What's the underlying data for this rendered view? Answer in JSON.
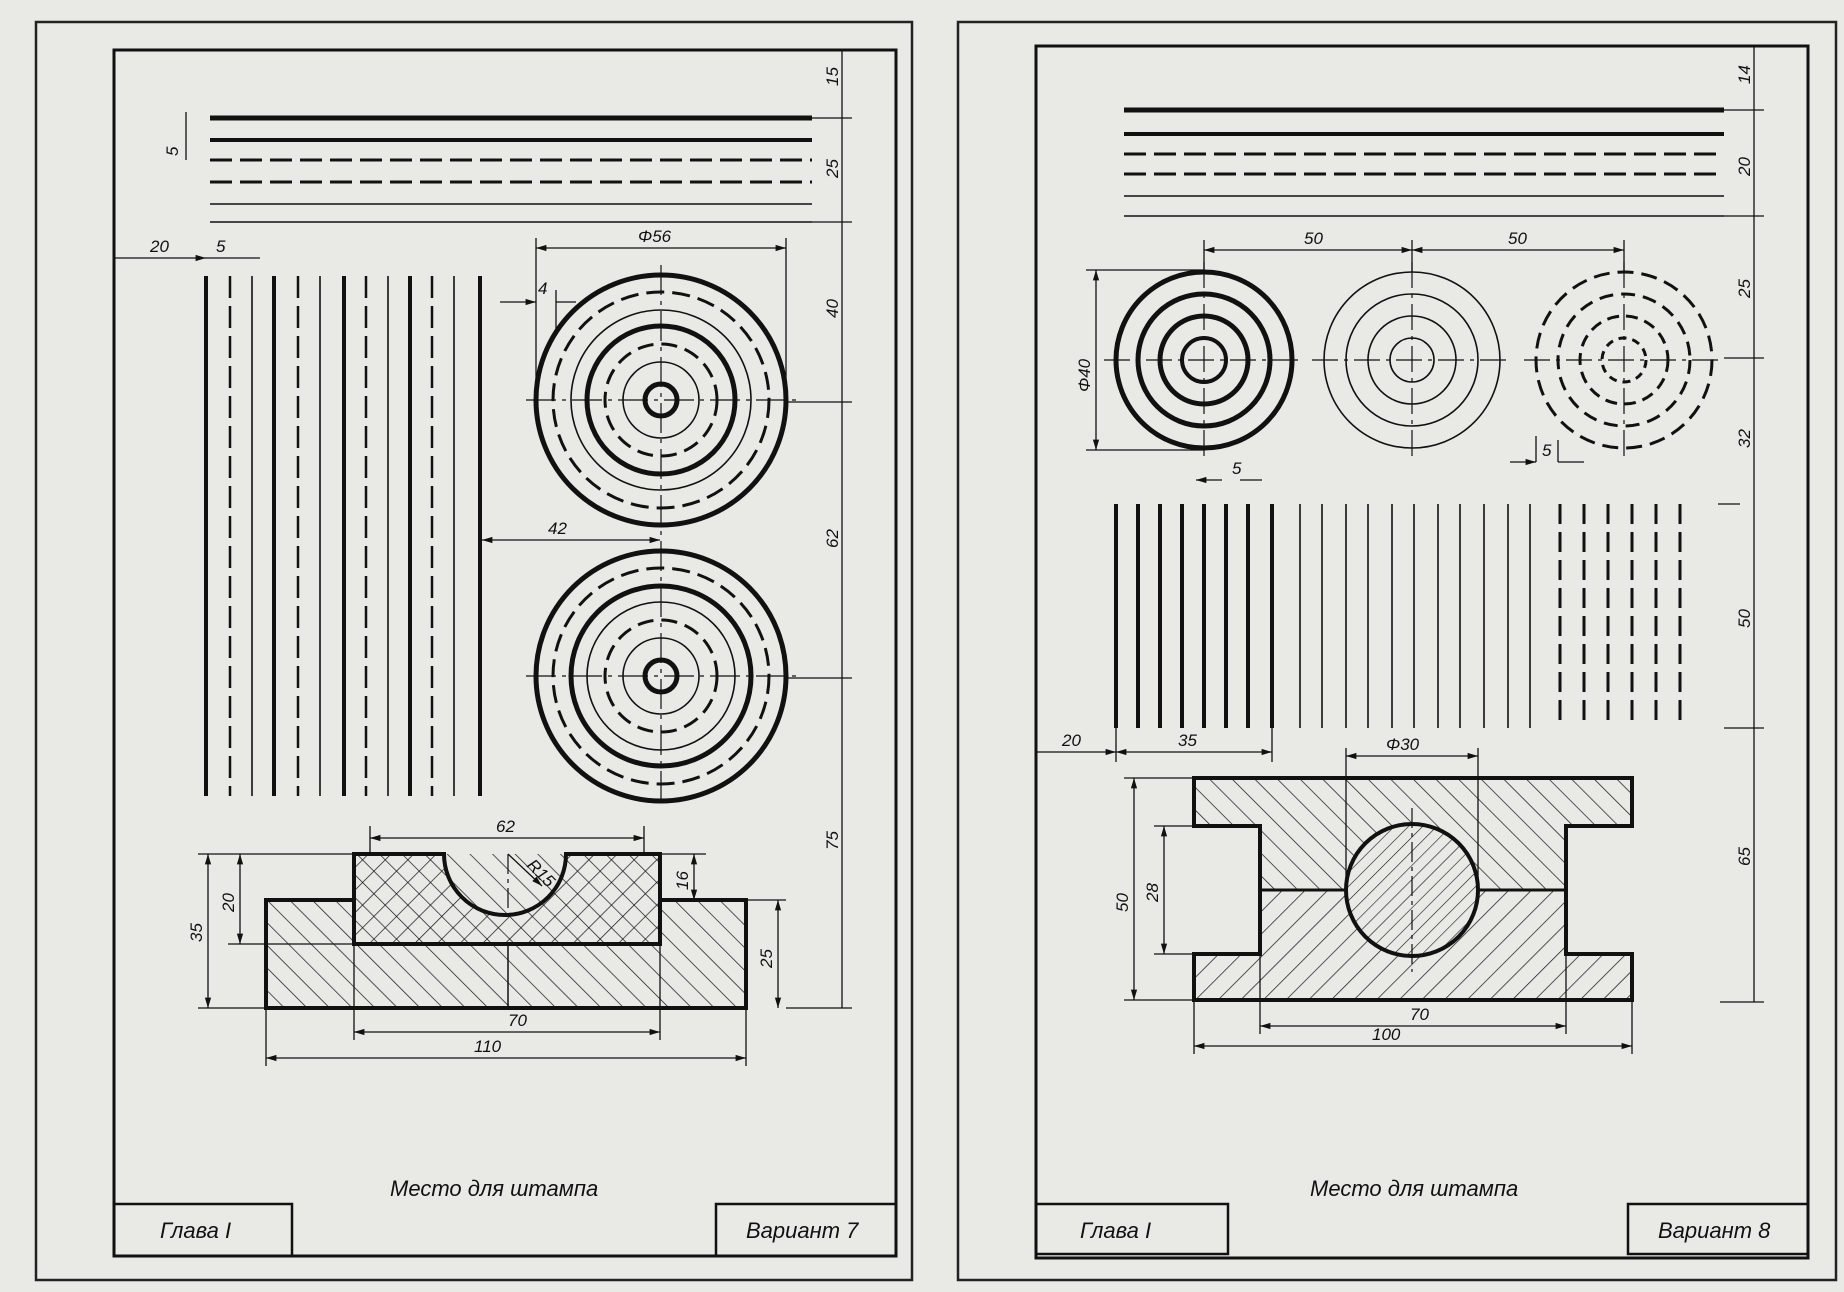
{
  "sheets": [
    {
      "stamp_text": "Место для штампа",
      "chapter": "Глава I",
      "variant": "Вариант 7",
      "dims": {
        "top1": "15",
        "top2": "25",
        "small5": "5",
        "left20": "20",
        "left5": "5",
        "phi": "Φ56",
        "four": "4",
        "r40": "40",
        "r62": "62",
        "d42": "42",
        "r75": "75",
        "w62": "62",
        "r15": "R15",
        "h35": "35",
        "h20": "20",
        "h16": "16",
        "h25": "25",
        "w70": "70",
        "w110": "110"
      }
    },
    {
      "stamp_text": "Место для штампа",
      "chapter": "Глава I",
      "variant": "Вариант 8",
      "dims": {
        "top1": "14",
        "top2": "20",
        "w50a": "50",
        "w50b": "50",
        "phi40": "Φ40",
        "five": "5",
        "five2": "5",
        "r25": "25",
        "r32": "32",
        "r50": "50",
        "r65": "65",
        "left20": "20",
        "w35": "35",
        "phi30": "Φ30",
        "h50": "50",
        "h28": "28",
        "w70": "70",
        "w100": "100"
      }
    }
  ]
}
